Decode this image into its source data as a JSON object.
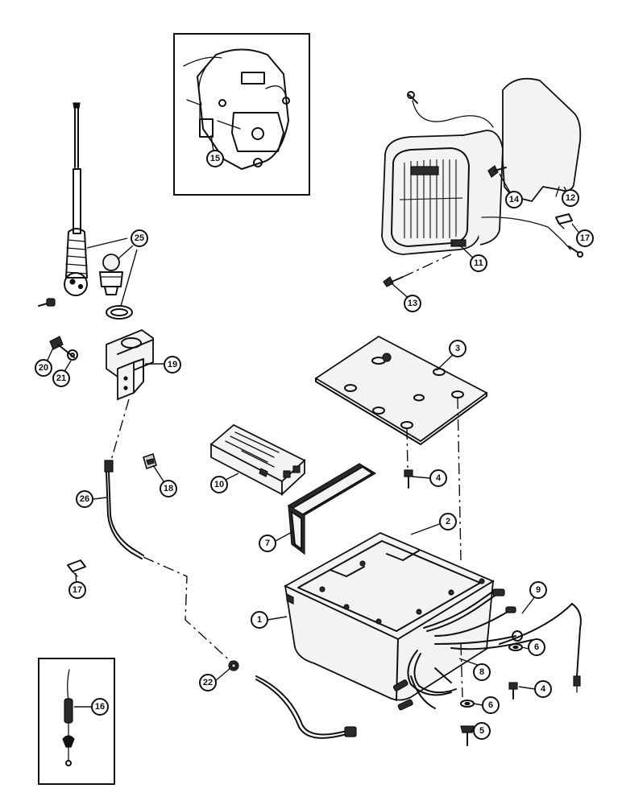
{
  "callouts": [
    {
      "label": "1"
    },
    {
      "label": "2"
    },
    {
      "label": "3"
    },
    {
      "label": "4"
    },
    {
      "label": "4"
    },
    {
      "label": "5"
    },
    {
      "label": "6"
    },
    {
      "label": "6"
    },
    {
      "label": "7"
    },
    {
      "label": "8"
    },
    {
      "label": "9"
    },
    {
      "label": "10"
    },
    {
      "label": "11"
    },
    {
      "label": "12"
    },
    {
      "label": "13"
    },
    {
      "label": "14"
    },
    {
      "label": "15"
    },
    {
      "label": "16"
    },
    {
      "label": "17"
    },
    {
      "label": "17"
    },
    {
      "label": "18"
    },
    {
      "label": "19"
    },
    {
      "label": "20"
    },
    {
      "label": "21"
    },
    {
      "label": "22"
    },
    {
      "label": "25"
    },
    {
      "label": "26"
    }
  ]
}
